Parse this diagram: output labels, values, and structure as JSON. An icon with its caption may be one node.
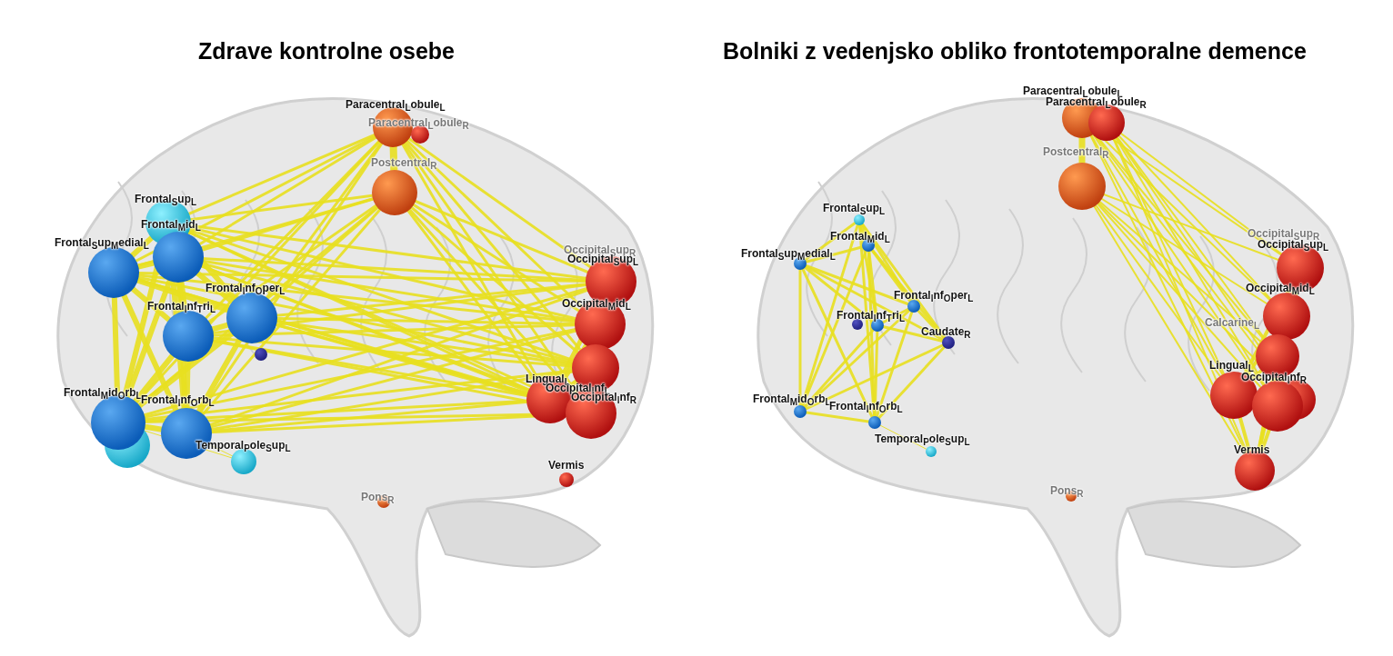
{
  "diagram": {
    "labels": [
      "Zdrave kontrolne osebe",
      "Bolniki z vedenjsko obliko frontotemporalne demence",
      "Paracentral$_{L}$obule$_{L}$",
      "Paracentral$_{L}$obule$_{R}$",
      "Postcentral$_{R}$",
      "Frontal$_{S}$up$_{L}$",
      "Frontal$_{M}$id$_{L}$",
      "Frontal$_{S}$up$_{M}$edial$_{L}$",
      "Frontal$_{I}$nf$_{O}$per$_{L}$",
      "Frontal$_{I}$nf$_{T}$ri$_{L}$",
      "Frontal$_{M}$id$_{O}$rb$_{L}$",
      "Frontal$_{I}$nf$_{O}$rb$_{L}$",
      "Temporal$_{P}$ole$_{S}$up$_{L}$",
      "Occipital$_{S}$up$_{R}$",
      "Occipital$_{S}$up$_{L}$",
      "Occipital$_{M}$id$_{L}$",
      "Lingual$_{L}$",
      "Occipital$_{I}$nf$_{L}$",
      "Occipital$_{I}$nf$_{R}$",
      "Pons$_{R}$",
      "Vermis",
      "Paracentral$_{L}$obule$_{L}$",
      "Paracentral$_{L}$obule$_{R}$",
      "Postcentral$_{R}$",
      "Frontal$_{S}$up$_{L}$",
      "Frontal$_{M}$id$_{L}$",
      "Frontal$_{S}$up$_{M}$edial$_{L}$",
      "Frontal$_{I}$nf$_{O}$per$_{L}$",
      "Frontal$_{I}$nf$_{T}$ri$_{L}$",
      "Caudate$_{R}$",
      "Frontal$_{M}$id$_{O}$rb$_{L}$",
      "Frontal$_{I}$nf$_{O}$rb$_{L}$",
      "Temporal$_{P}$ole$_{S}$up$_{L}$",
      "Occipital$_{S}$up$_{R}$",
      "Occipital$_{S}$up$_{L}$",
      "Occipital$_{M}$id$_{L}$",
      "Calcarine$_{L}$",
      "Lingual$_{L}$",
      "Occipital$_{I}$nf$_{R}$",
      "Vermis",
      "Pons$_{R}$"
    ]
  }
}
